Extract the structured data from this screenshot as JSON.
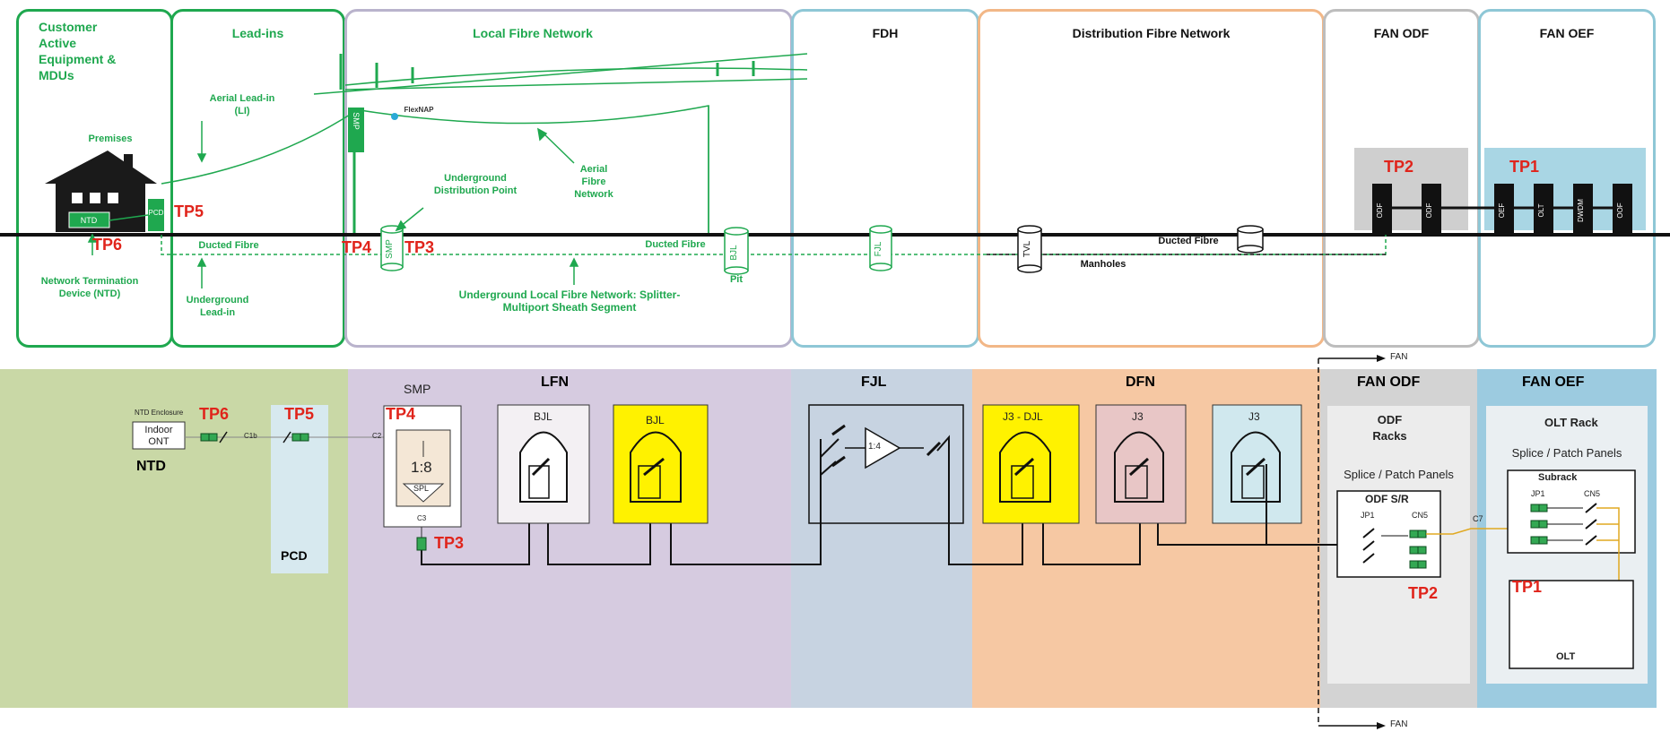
{
  "top": {
    "panels": [
      {
        "title": "Customer Active Equipment & MDUs"
      },
      {
        "title": "Lead-ins"
      },
      {
        "title": "Local Fibre Network"
      },
      {
        "title": "FDH"
      },
      {
        "title": "Distribution Fibre Network"
      },
      {
        "title": "FAN ODF"
      },
      {
        "title": "FAN OEF"
      }
    ],
    "labels": {
      "premises": "Premises",
      "aerial_leadin": "Aerial Lead-in (LI)",
      "flexnap": "FlexNAP",
      "underground_dp": "Underground Distribution Point",
      "aerial_fibre": "Aerial Fibre Network",
      "ducted_fibre_1": "Ducted Fibre",
      "ducted_fibre_2": "Ducted Fibre",
      "ducted_fibre_3": "Ducted Fibre",
      "ntd_long": "Network Termination Device (NTD)",
      "underground_leadin": "Underground Lead-in",
      "ulfn": "Underground Local Fibre Network: Splitter-Multiport Sheath Segment",
      "pit": "Pit",
      "manholes": "Manholes",
      "ntd": "NTD",
      "pcd": "PCD",
      "smp_pole": "SMP",
      "smp_pit": "SMP",
      "bjl": "BJL",
      "fjl": "FJL",
      "tvl": "TVL"
    },
    "tps": {
      "tp5": "TP5",
      "tp6": "TP6",
      "tp4": "TP4",
      "tp3": "TP3",
      "tp2": "TP2",
      "tp1": "TP1"
    },
    "racks": {
      "odf1": "ODF",
      "odf2": "ODF",
      "oef": "OEF",
      "olt": "OLT",
      "dwdm": "DWDM",
      "oof": "OOF"
    }
  },
  "fan_arrows": {
    "top": "FAN",
    "bottom": "FAN"
  },
  "bottom": {
    "bands": {
      "lfn": "LFN",
      "fjl": "FJL",
      "dfn": "DFN",
      "fan_odf": "FAN ODF",
      "fan_oef": "FAN OEF"
    },
    "ntd": {
      "enclosure": "NTD Enclosure",
      "ont": "Indoor ONT",
      "label": "NTD",
      "tp": "TP6",
      "cable": "C1b"
    },
    "pcd": {
      "label": "PCD",
      "tp": "TP5",
      "cable": "C2"
    },
    "smp": {
      "title": "SMP",
      "ratio": "1:8",
      "spl": "SPL",
      "port": "C3",
      "tp4": "TP4",
      "tp3": "TP3"
    },
    "bjl1": "BJL",
    "bjl2": "BJL",
    "fjl_ratio": "1:4",
    "j3djl": "J3 - DJL",
    "j3a": "J3",
    "j3b": "J3",
    "odf": {
      "racks": "ODF Racks",
      "panels": "Splice / Patch Panels",
      "sr": "ODF S/R",
      "jp1": "JP1",
      "cn5": "CN5",
      "tp": "TP2",
      "c7": "C7"
    },
    "oef": {
      "rack": "OLT Rack",
      "panels": "Splice / Patch Panels",
      "subrack": "Subrack",
      "jp1": "JP1",
      "cn5": "CN5",
      "tp": "TP1",
      "olt": "OLT"
    }
  }
}
